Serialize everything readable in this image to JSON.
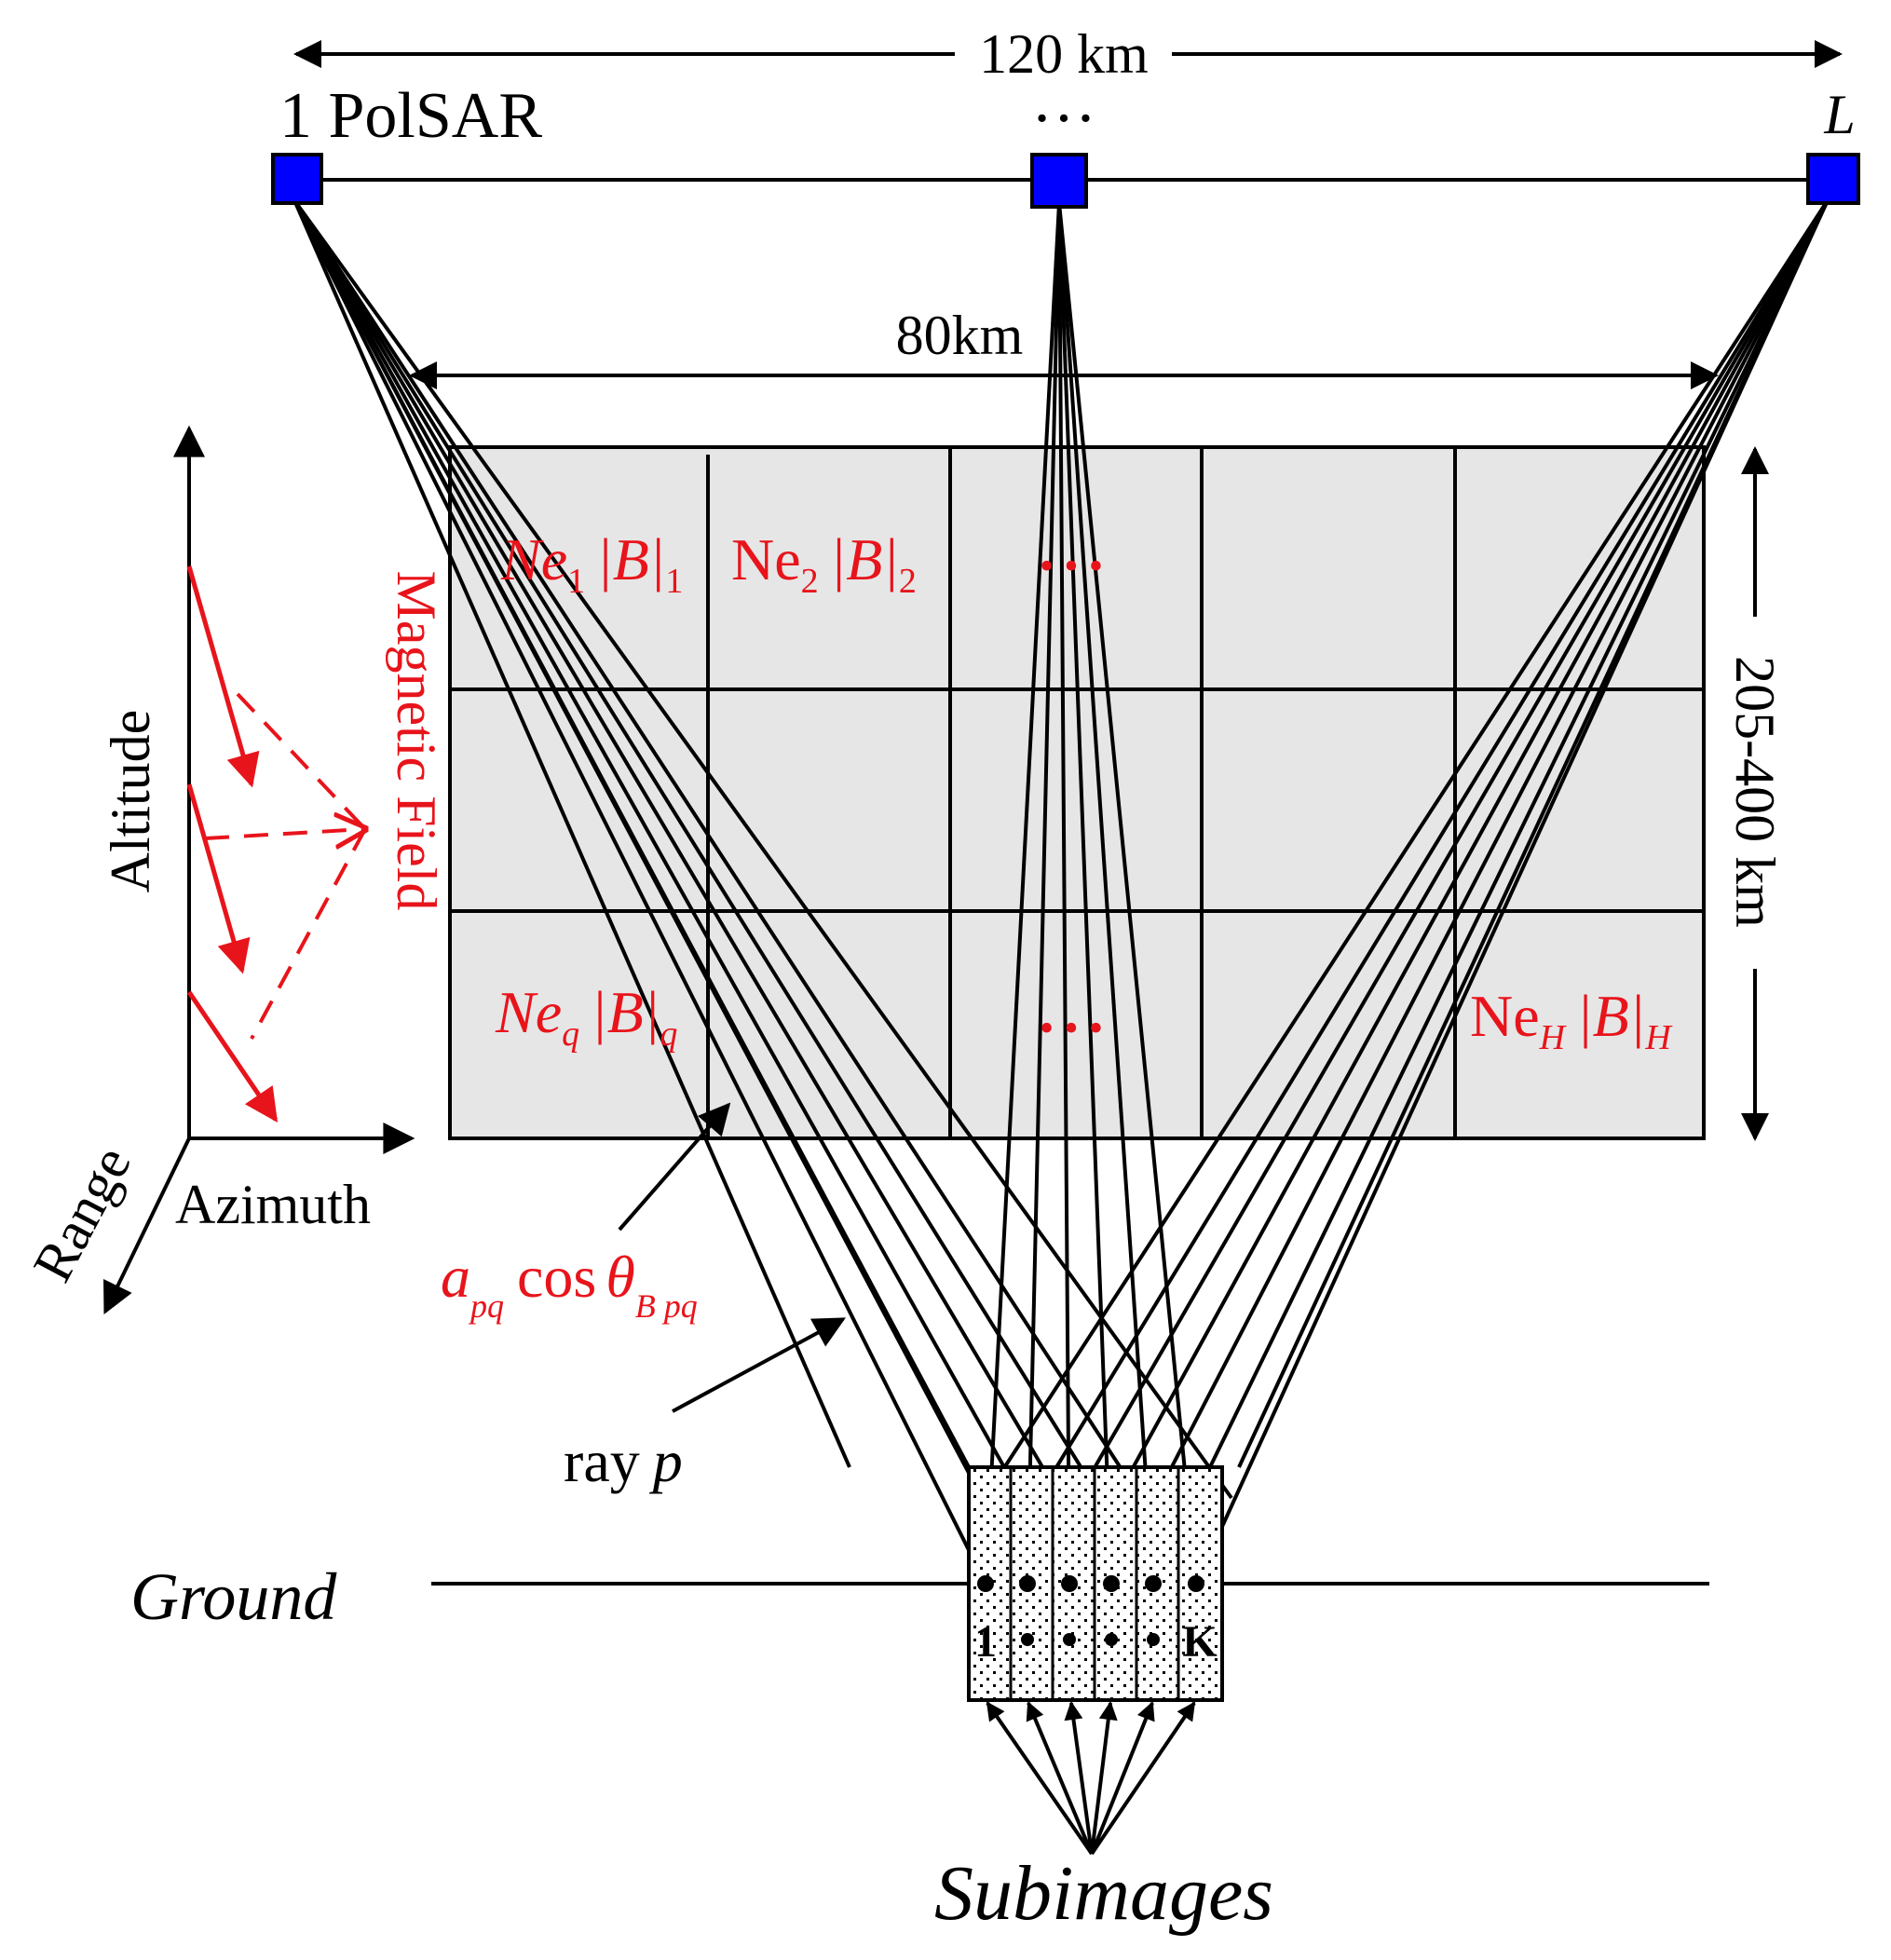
{
  "colors": {
    "grid_fill": "#e6e6e6",
    "sensor_fill": "#0000ff",
    "accent_red": "#e8141b",
    "line": "#000000"
  },
  "labels": {
    "baseline": "120 km",
    "sensor_first": "1 PolSAR",
    "sensor_dots": "…",
    "sensor_last": "L",
    "swath": "80km",
    "height_range": "205-400 km",
    "magnetic_field": "Magnetic Field",
    "axis_altitude": "Altitude",
    "axis_azimuth": "Azimuth",
    "axis_range": "Range",
    "ground": "Ground",
    "subimages": "Subimages",
    "ray": "ray",
    "ray_var": "p",
    "cell_dots": "• • •",
    "sub_first": "1",
    "sub_last": "K"
  },
  "cells": {
    "c1": {
      "ne": "Ne",
      "sub": "1",
      "b": "|B|",
      "bsub": "1"
    },
    "c2": {
      "ne": "Ne",
      "sub": "2",
      "b": "|B|",
      "bsub": "2"
    },
    "cq": {
      "ne": "Ne",
      "sub": "q",
      "b": "|B|",
      "bsub": "q"
    },
    "cH": {
      "ne": "Ne",
      "sub": "H",
      "b": "|B|",
      "bsub": "H"
    }
  },
  "formula": {
    "a": "a",
    "a_sub": "pq",
    "cos": "cos",
    "theta": "θ",
    "theta_sub": "B pq"
  },
  "icons": [
    "sensor-square-icon",
    "arrow-icon",
    "magnetic-field-arrow-icon"
  ]
}
